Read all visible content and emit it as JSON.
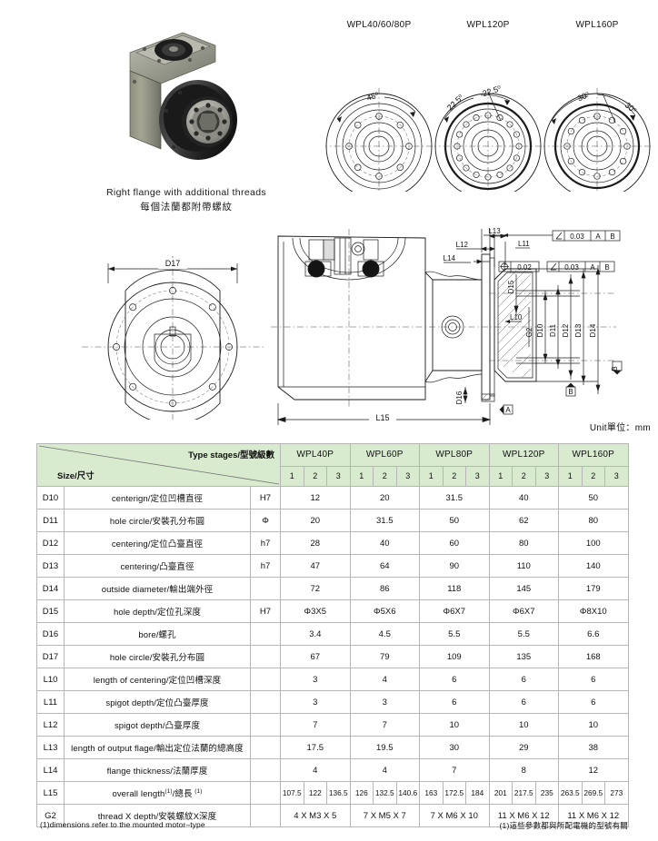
{
  "photo": {
    "caption_en": "Right flange with additional threads",
    "caption_cn": "每個法蘭都附帶螺紋",
    "alt": "gearbox-product-photo"
  },
  "flange_diagrams": [
    {
      "title": "WPL40/60/80P",
      "angles": [
        "45º"
      ],
      "holes": 8
    },
    {
      "title": "WPL120P",
      "angles": [
        "22.5º",
        "22.5º"
      ],
      "holes": 16
    },
    {
      "title": "WPL160P",
      "angles": [
        "30º",
        "30º"
      ],
      "holes": 12
    }
  ],
  "drawing": {
    "unit_note": "Unit單位：mm",
    "left_view_label": "D17",
    "overall_label": "L15",
    "bore_label": "D16",
    "callouts": [
      "L13",
      "L12",
      "L11",
      "L14",
      "D15",
      "L10",
      "G2",
      "D10",
      "D11",
      "D12",
      "D13",
      "D14",
      "D16",
      "L15"
    ],
    "gd_t": [
      {
        "symbol": "∠",
        "value": "0.03",
        "datums": [
          "A",
          "B"
        ]
      },
      {
        "symbol": "⊕",
        "value": "0.02",
        "datums": []
      },
      {
        "symbol": "∠",
        "value": "0.03",
        "datums": [
          "A",
          "B"
        ]
      }
    ],
    "datums": [
      "A",
      "B"
    ]
  },
  "table": {
    "header": {
      "type_stages": "Type stages/型號級數",
      "size": "Size/尺寸",
      "models": [
        "WPL40P",
        "WPL60P",
        "WPL80P",
        "WPL120P",
        "WPL160P"
      ],
      "stages": [
        "1",
        "2",
        "3"
      ]
    },
    "rows": [
      {
        "code": "D10",
        "desc": "centerign/定位凹槽直徑",
        "tol": "H7",
        "values": [
          "12",
          "20",
          "31.5",
          "40",
          "50"
        ],
        "span": true
      },
      {
        "code": "D11",
        "desc": "hole circle/安裝孔分布圓",
        "tol": "Φ",
        "values": [
          "20",
          "31.5",
          "50",
          "62",
          "80"
        ],
        "span": true
      },
      {
        "code": "D12",
        "desc": "centering/定位凸臺直徑",
        "tol": "h7",
        "values": [
          "28",
          "40",
          "60",
          "80",
          "100"
        ],
        "span": true
      },
      {
        "code": "D13",
        "desc": "centering/凸臺直徑",
        "tol": "h7",
        "values": [
          "47",
          "64",
          "90",
          "110",
          "140"
        ],
        "span": true
      },
      {
        "code": "D14",
        "desc": "outside diameter/輸出端外徑",
        "tol": "",
        "values": [
          "72",
          "86",
          "118",
          "145",
          "179"
        ],
        "span": true
      },
      {
        "code": "D15",
        "desc": "hole depth/定位孔深度",
        "tol": "H7",
        "values": [
          "Φ3X5",
          "Φ5X6",
          "Φ6X7",
          "Φ6X7",
          "Φ8X10"
        ],
        "span": true
      },
      {
        "code": "D16",
        "desc": "bore/螺孔",
        "tol": "",
        "values": [
          "3.4",
          "4.5",
          "5.5",
          "5.5",
          "6.6"
        ],
        "span": true
      },
      {
        "code": "D17",
        "desc": "hole circle/安裝孔分布圓",
        "tol": "",
        "values": [
          "67",
          "79",
          "109",
          "135",
          "168"
        ],
        "span": true
      },
      {
        "code": "L10",
        "desc": "length of centering/定位凹槽深度",
        "tol": "",
        "values": [
          "3",
          "4",
          "6",
          "6",
          "6"
        ],
        "span": true
      },
      {
        "code": "L11",
        "desc": "spigot depth/定位凸臺厚度",
        "tol": "",
        "values": [
          "3",
          "3",
          "6",
          "6",
          "6"
        ],
        "span": true
      },
      {
        "code": "L12",
        "desc": "spigot depth/凸臺厚度",
        "tol": "",
        "values": [
          "7",
          "7",
          "10",
          "10",
          "10"
        ],
        "span": true
      },
      {
        "code": "L13",
        "desc": "length of output flage/輸出定位法蘭的總高度",
        "tol": "",
        "values": [
          "17.5",
          "19.5",
          "30",
          "29",
          "38"
        ],
        "span": true
      },
      {
        "code": "L14",
        "desc": "flange thickness/法蘭厚度",
        "tol": "",
        "values": [
          "4",
          "4",
          "7",
          "8",
          "12"
        ],
        "span": true
      },
      {
        "code": "L15",
        "desc": "overall length(1)/總長 (1)",
        "tol": "",
        "span": false,
        "values": [
          "107.5",
          "122",
          "136.5",
          "126",
          "132.5",
          "140.6",
          "163",
          "172.5",
          "184",
          "201",
          "217.5",
          "235",
          "263.5",
          "269.5",
          "273"
        ]
      },
      {
        "code": "G2",
        "desc": "thread X depth/安裝螺紋X深度",
        "tol": "",
        "values": [
          "4 X M3 X 5",
          "7 X M5 X 7",
          "7 X M6 X 10",
          "11 X M6 X 12",
          "11 X M6 X 12"
        ],
        "span": true
      }
    ]
  },
  "footnotes": {
    "left": "(1)dimensions refer to the mounted motor–type",
    "right": "(1)這些參數都與所配電機的型號有關"
  },
  "colors": {
    "header_green": "#d8ebcf",
    "border": "#b6b6b6",
    "line": "#1b1b1b"
  }
}
